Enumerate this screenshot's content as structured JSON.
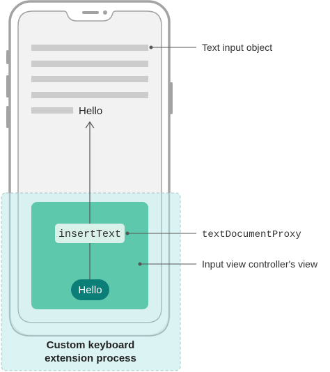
{
  "labels": {
    "text_input_object": "Text input object",
    "text_document_proxy": "textDocumentProxy",
    "input_view_controller": "Input view controller's view",
    "process_line1": "Custom keyboard",
    "process_line2": "extension process"
  },
  "document": {
    "typed_text": "Hello"
  },
  "keyboard": {
    "method": "insertText",
    "key_label": "Hello"
  },
  "colors": {
    "phone_outline": "#a3a3a3",
    "screen_fill": "#f2f2f2",
    "text_line": "#cccccc",
    "process_region": "#d6f1f2",
    "process_border": "#a7c4c6",
    "keyboard_view": "#5ec8ad",
    "method_chip": "#d9f1e8",
    "key_pill": "#0b7f77",
    "connector": "#555555"
  }
}
